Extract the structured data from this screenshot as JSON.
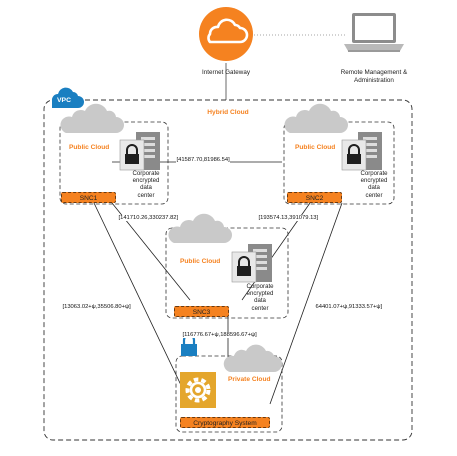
{
  "colors": {
    "accent": "#f58220",
    "vpc_blue": "#1a7fc1",
    "lock_blue": "#1a7fc1",
    "cloud_gray": "#c9c9c9",
    "server_gray": "#8a8a8a"
  },
  "top": {
    "gateway_label": "Internet Gateway",
    "remote_label": "Remote Management &\nAdministration",
    "gateway_icon": "cloud-circle-icon",
    "remote_icon": "laptop-icon"
  },
  "vpc": {
    "label": "VPC",
    "hybrid_label": "Hybrid Cloud"
  },
  "node_left": {
    "cloud_label": "Public Cloud",
    "dc_label": "Corporate\nencrypted\ndata\ncenter",
    "badge": "SNC1"
  },
  "node_right": {
    "cloud_label": "Public Cloud",
    "dc_label": "Corporate\nencrypted\ndata\ncenter",
    "badge": "SNC2"
  },
  "node_middle": {
    "cloud_label": "Public Cloud",
    "dc_label": "Corporate\nencrypted\ndata\ncenter",
    "badge": "SNC3"
  },
  "node_private": {
    "cloud_label": "Private Cloud",
    "badge": "Cryptography System"
  },
  "edges": {
    "snc1_snc2": "[41587.70,81986.54]",
    "snc1_snc3": "[141710.26,330237.82]",
    "snc2_snc3": "[193574.13,391079.13]",
    "snc1_private": "[13063.02+ψ,35506.80+ψ]",
    "snc3_private": "[116776.67+ψ,188596.67+ψ]",
    "snc2_private": "64401.07+ψ,91333.57+ψ]"
  }
}
